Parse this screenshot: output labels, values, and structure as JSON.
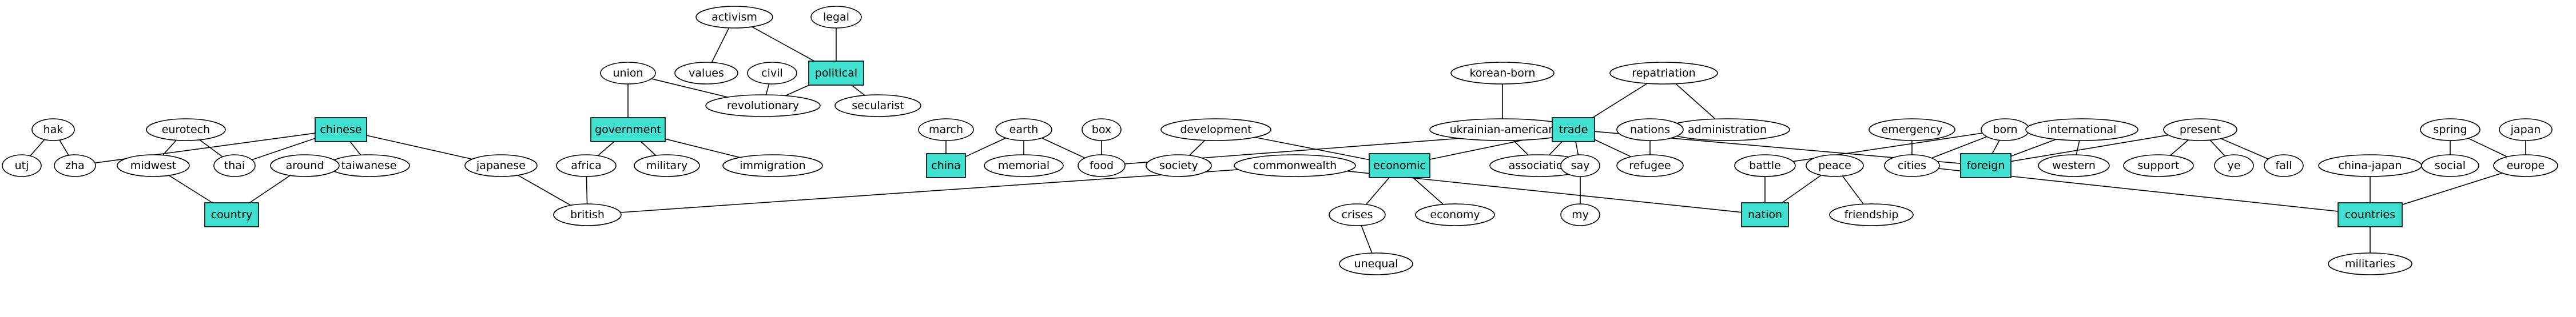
{
  "colors": {
    "highlight": "#40e0d0",
    "stroke": "#000000",
    "background": "#ffffff"
  },
  "nodes": {
    "hak": "hak",
    "utj": "utj",
    "zha": "zha",
    "eurotech": "eurotech",
    "midwest": "midwest",
    "thai": "thai",
    "chinese": "chinese",
    "taiwanese": "taiwanese",
    "japanese": "japanese",
    "around": "around",
    "country": "country",
    "union": "union",
    "government": "government",
    "africa": "africa",
    "military": "military",
    "immigration": "immigration",
    "british": "british",
    "activism": "activism",
    "values": "values",
    "civil": "civil",
    "political": "political",
    "legal": "legal",
    "revolutionary": "revolutionary",
    "secularist": "secularist",
    "march": "march",
    "china": "china",
    "earth": "earth",
    "memorial": "memorial",
    "box": "box",
    "food": "food",
    "development": "development",
    "society": "society",
    "commonwealth": "commonwealth",
    "economic": "economic",
    "crises": "crises",
    "unequal": "unequal",
    "economy": "economy",
    "korean_born": "korean-born",
    "ukrainian_american": "ukrainian-american",
    "association": "association",
    "repatriation": "repatriation",
    "trade": "trade",
    "administration": "administration",
    "say": "say",
    "my": "my",
    "nations": "nations",
    "refugee": "refugee",
    "battle": "battle",
    "nation": "nation",
    "peace": "peace",
    "friendship": "friendship",
    "emergency": "emergency",
    "cities": "cities",
    "born": "born",
    "foreign": "foreign",
    "international": "international",
    "western": "western",
    "present": "present",
    "support": "support",
    "ye": "ye",
    "fall": "fall",
    "china_japan": "china-japan",
    "countries": "countries",
    "militaries": "militaries",
    "spring": "spring",
    "social": "social",
    "japan": "japan",
    "europe": "europe"
  }
}
